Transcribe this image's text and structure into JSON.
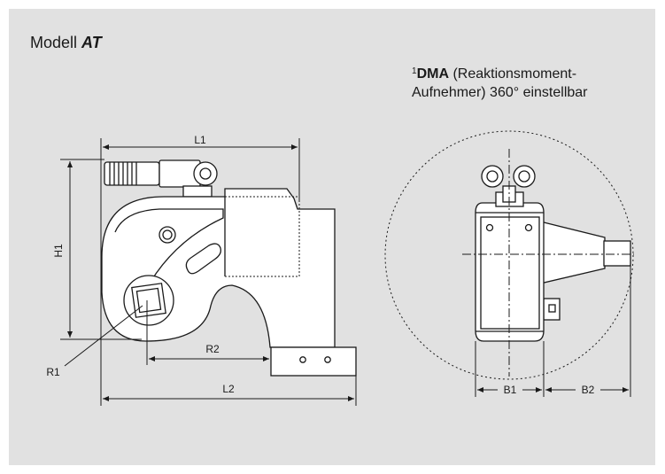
{
  "title": {
    "prefix": "Modell",
    "model": "AT"
  },
  "dma_note": {
    "superscript": "1",
    "name": "DMA",
    "line1_rest": "(Reaktionsmoment-",
    "line2": "Aufnehmer) 360° einstellbar"
  },
  "dimensions": {
    "L1": "L1",
    "L2": "L2",
    "H1": "H1",
    "R1": "R1",
    "R2": "R2",
    "B1": "B1",
    "B2": "B2"
  },
  "colors": {
    "panel": "#e1e1e1",
    "body_fill": "#ffffff",
    "line": "#1a1a1a"
  }
}
